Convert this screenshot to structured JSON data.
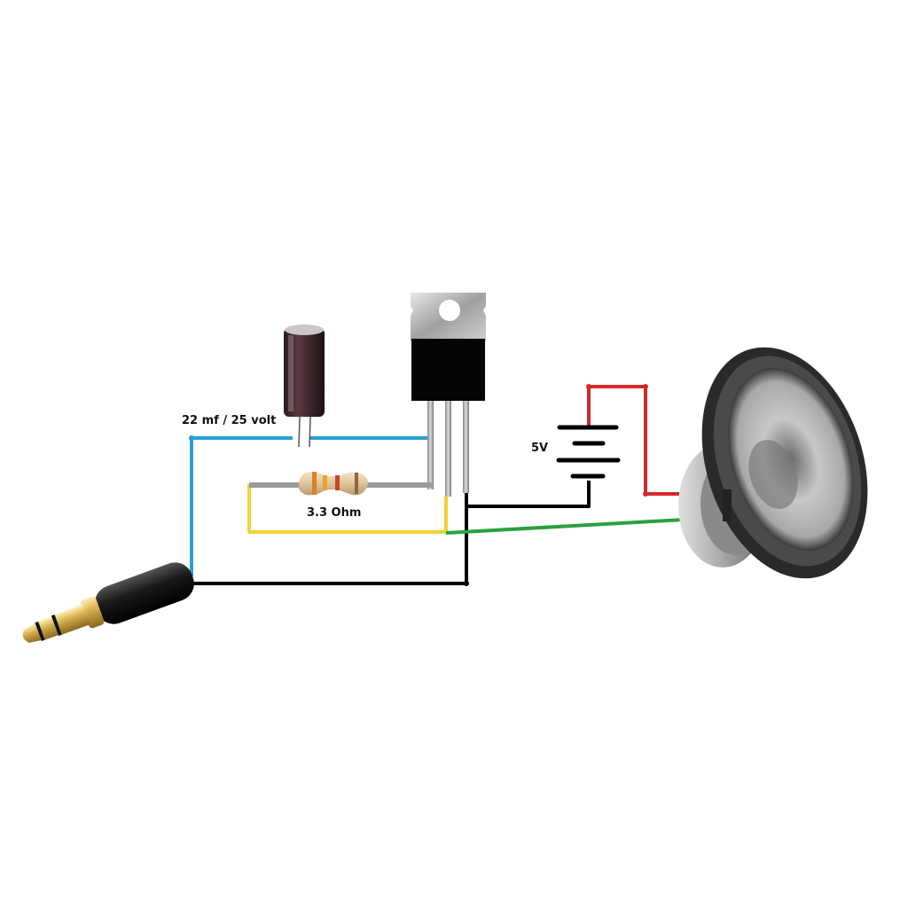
{
  "diagram": {
    "title": "Single transistor audio amplifier wiring",
    "components": {
      "capacitor": {
        "label": "22 mf / 25 volt",
        "type": "electrolytic capacitor"
      },
      "resistor": {
        "label": "3.3 Ohm",
        "type": "resistor",
        "bands": [
          "#d9822b",
          "#e8a030",
          "#c0482c",
          "#8a6a3a"
        ]
      },
      "transistor": {
        "type": "TO-220 power transistor",
        "pins": 3
      },
      "battery": {
        "label": "5V",
        "type": "DC source"
      },
      "speaker": {
        "type": "loudspeaker"
      },
      "audio_jack": {
        "type": "3.5mm stereo audio plug"
      }
    },
    "wires": [
      {
        "name": "input-signal",
        "color": "#2a9fd6",
        "from": "audio_jack",
        "to": "capacitor / transistor base"
      },
      {
        "name": "bias-loop",
        "color": "#f0d040",
        "from": "resistor",
        "to": "transistor collector"
      },
      {
        "name": "ground",
        "color": "#000000",
        "from": "audio_jack",
        "to": "transistor emitter / battery negative"
      },
      {
        "name": "battery-positive",
        "color": "#d02a2a",
        "from": "battery positive",
        "to": "speaker"
      },
      {
        "name": "speaker-return",
        "color": "#2aa040",
        "from": "transistor collector",
        "to": "speaker"
      }
    ]
  }
}
